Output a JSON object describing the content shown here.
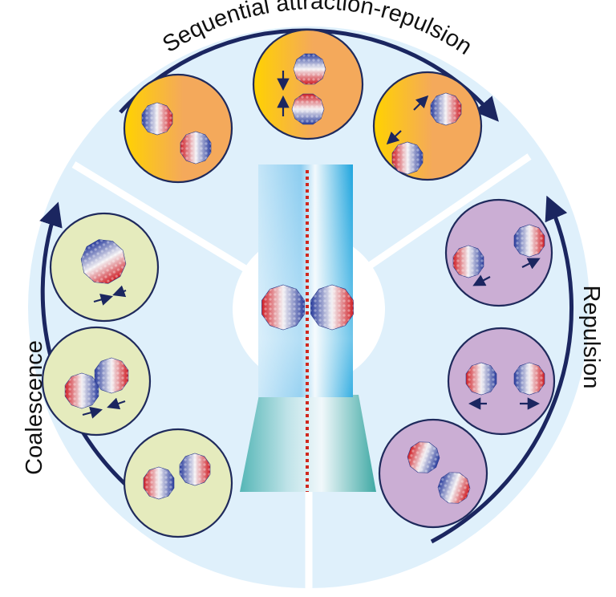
{
  "labels": {
    "top": "Sequential attraction-repulsion",
    "left": "Coalescence",
    "right": "Repulsion"
  },
  "colors": {
    "background_disc": "#dff0fb",
    "divider": "#ffffff",
    "circle_outline": "#1f2a5c",
    "arrow": "#1b2660",
    "coalescence_fill": "#e5ebbd",
    "repulsion_fill": "#cbaed4",
    "sequential_fill_start": "#ffd200",
    "sequential_fill_end": "#f4a95b",
    "beam_light": "#d9eefb",
    "beam_dark": "#25a9df",
    "cone": "#5cb8b8",
    "dotted_line": "#d0281e",
    "droplet_blue": "#3a4fa8",
    "droplet_red": "#d8242a"
  },
  "panels": {
    "sequential": [
      "approach",
      "attraction",
      "repulsion"
    ],
    "coalescence": [
      "merged",
      "merging",
      "approach"
    ],
    "repulsion": [
      "separated",
      "separating",
      "approach"
    ]
  }
}
